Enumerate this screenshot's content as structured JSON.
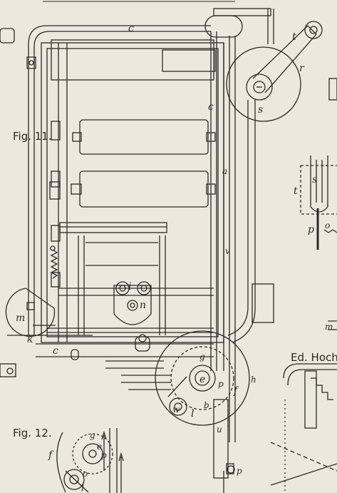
{
  "figures": {
    "fig11": "Fig. 11.",
    "fig12": "Fig. 12."
  },
  "credit": "Ed. Hoch",
  "letters": {
    "c": "c",
    "t": "t",
    "r": "r",
    "s": "s",
    "a": "a",
    "m": "m",
    "k": "k",
    "i": "i",
    "n": "n",
    "g": "g",
    "e": "e",
    "p": "p",
    "f": "f",
    "h": "h",
    "w": "w",
    "l": "l",
    "u": "u",
    "o": "o",
    "b": "b",
    "v": "v"
  },
  "colors": {
    "paper": "#ece8dd",
    "ink": "#2c2a26"
  }
}
